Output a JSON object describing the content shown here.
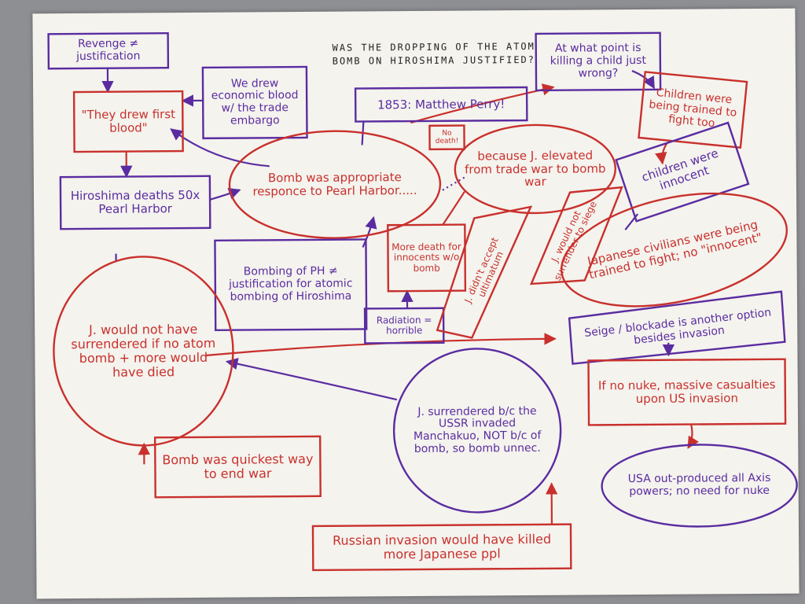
{
  "title": "WAS THE DROPPING OF THE ATOM BOMB ON HIROSHIMA JUSTIFIED?",
  "colors": {
    "red": "#c9302c",
    "purple": "#5a2ca0"
  },
  "nodes": {
    "revenge": "Revenge ≠ justification",
    "first_blood": "\"They drew first blood\"",
    "economic_blood": "We drew economic blood w/ the trade embargo",
    "perry": "1853: Matthew Perry!",
    "killing_child": "At what point is killing a child just wrong?",
    "children_trained": "Children were being trained to fight too",
    "children_innocent": "children were innocent",
    "hiroshima_deaths": "Hiroshima deaths 50x Pearl Harbor",
    "appropriate_response": "Bomb was appropriate responce to Pearl Harbor.....",
    "no_death": "No death!",
    "elevated": "because J. elevated from trade war to bomb war",
    "surrender_siege": "J. would not surrender to siege",
    "ultimatum": "J. didn't accept ultimatum",
    "civilians_trained": "Japanese civilians were being trained to fight; no \"innocent\"",
    "bombing_ph": "Bombing of PH ≠ justification for atomic bombing of Hiroshima",
    "more_death": "More death for innocents w/o bomb",
    "radiation": "Radiation = horrible",
    "not_surrendered": "J. would not have surrendered if no atom bomb + more would have died",
    "siege_blockade": "Seige / blockade is another option besides invasion",
    "no_nuke": "If no nuke, massive casualties upon US invasion",
    "ussr": "J. surrendered b/c the USSR invaded Manchakuo, NOT b/c of bomb, so bomb unnec.",
    "usa_outproduced": "USA out-produced all Axis powers; no need for nuke",
    "quickest": "Bomb was quickest way to end war",
    "russian_invasion": "Russian invasion would have killed more Japanese ppl"
  }
}
